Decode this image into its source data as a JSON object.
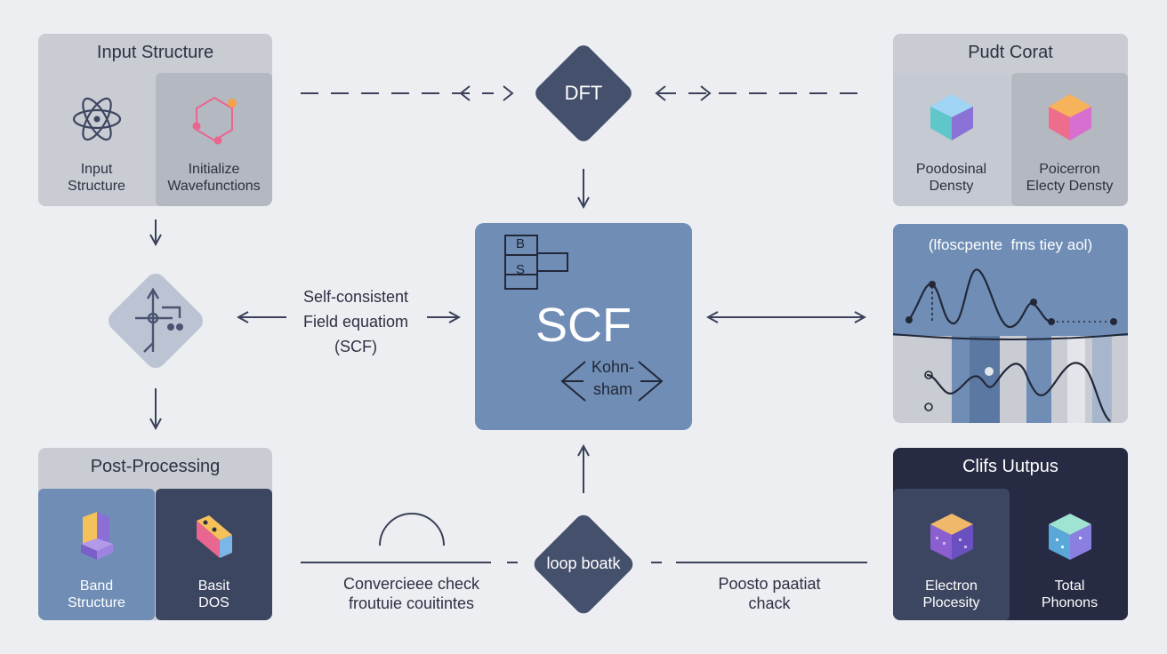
{
  "nodes": {
    "input_panel": {
      "title": "Input Structure",
      "cells": [
        {
          "label": "Input\nStructure",
          "icon": "atom-icon"
        },
        {
          "label": "Initialize\nWavefunctions",
          "icon": "hexagon-molecule-icon"
        }
      ]
    },
    "top_right_panel": {
      "title": "Pudt Corat",
      "cells": [
        {
          "label": "Poodosinal\nDensty",
          "icon": "crystal-gem-icon"
        },
        {
          "label": "Poicerron\nElecty Densty",
          "icon": "crystal-gem-icon"
        }
      ]
    },
    "dft": {
      "label": "DFT"
    },
    "scf": {
      "label": "SCF",
      "boxes": [
        "B",
        "S"
      ],
      "kohn_sham": "Kohn-\nsham"
    },
    "left_diamond": {
      "icon": "circuit-node-icon"
    },
    "loop_back": {
      "label": "loop boatk"
    },
    "spectrum_panel": {
      "title": "(lfoscpente  fms tiey aol)"
    },
    "post_panel": {
      "title": "Post-Processing",
      "cells": [
        {
          "label": "Band\nStructure",
          "icon": "band-block-icon"
        },
        {
          "label": "Basit\nDOS",
          "icon": "band-block-icon"
        }
      ]
    },
    "outputs_panel": {
      "title": "Clifs Uutpus",
      "cells": [
        {
          "label": "Electron\nPlocesity",
          "icon": "cube-icon"
        },
        {
          "label": "Total\nPhonons",
          "icon": "cube-icon"
        }
      ]
    }
  },
  "edges": {
    "scf_equation": "Self-consistent\nField equatiom\n(SCF)",
    "convergence": "Convercieee check\nfroutuie couitintes",
    "post_check": "Poosto paatiat\nchack"
  },
  "colors": {
    "background": "#eceef2",
    "panel_light": "#c9ccd3",
    "cell_light": "#b4b8c1",
    "blue": "#6f8db5",
    "dark": "#3d4660",
    "navy": "#262a42",
    "diamond": "#45506c",
    "accent_pink": "#e8668f",
    "accent_orange": "#f5a04a"
  }
}
